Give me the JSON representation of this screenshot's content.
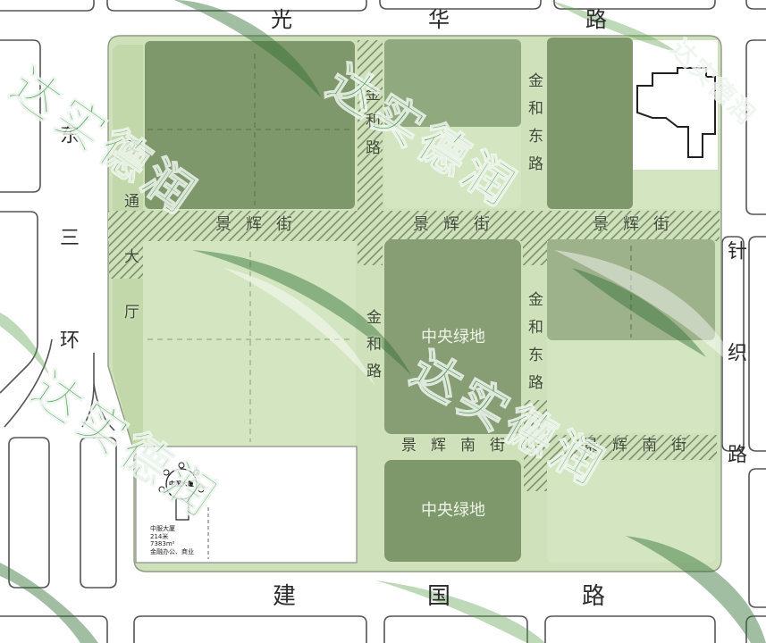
{
  "roads": {
    "north": "光华路",
    "west": "东三环",
    "east": "针织路",
    "south": "建国路"
  },
  "streets": {
    "jiaotong_hall": "交通大厅",
    "jinhe_road": "金和路",
    "jinhe_east_road": "金和东路",
    "jinghui_street": "景辉街",
    "jinghui_south_street": "景辉南街"
  },
  "parcels": {
    "central_green": "中央绿地"
  },
  "tower": {
    "badge": "中服大厦",
    "name": "中服大厦",
    "height": "214米",
    "area": "7383m²",
    "use": "金融办公、商业"
  },
  "watermark": "达实德润",
  "colors": {
    "site": "#cfe1bb",
    "strip": "#c2d7aa",
    "parcel_dark": "#7e976b",
    "parcel_mid": "#91a97e",
    "parcel_upper_right": "#9db18a",
    "parcel_light": "#d4e6c1",
    "central_green": "#879d74",
    "hatch": "#6f8560",
    "outline": "#555555",
    "label": "#3d4934",
    "watermark": "#4a9b54"
  }
}
